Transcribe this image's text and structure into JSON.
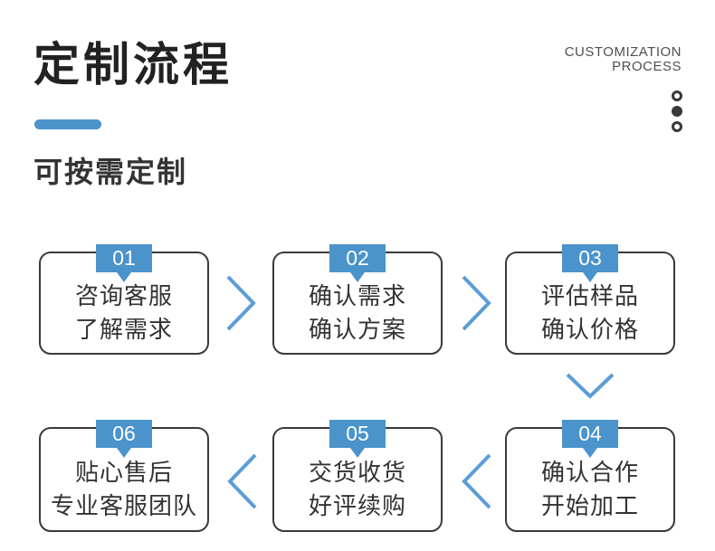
{
  "header": {
    "title": "定制流程",
    "subtitle": "可按需定制",
    "caption_line1": "CUSTOMIZATION",
    "caption_line2": "PROCESS"
  },
  "steps": [
    {
      "number": "01",
      "line1": "咨询客服",
      "line2": "了解需求"
    },
    {
      "number": "02",
      "line1": "确认需求",
      "line2": "确认方案"
    },
    {
      "number": "03",
      "line1": "评估样品",
      "line2": "确认价格"
    },
    {
      "number": "04",
      "line1": "确认合作",
      "line2": "开始加工"
    },
    {
      "number": "05",
      "line1": "交货收货",
      "line2": "好评续购"
    },
    {
      "number": "06",
      "line1": "贴心售后",
      "line2": "专业客服团队"
    }
  ],
  "flow_arrows": [
    "right",
    "right",
    "down",
    "left",
    "left"
  ],
  "decor": {
    "dots": [
      "outline",
      "filled",
      "outline"
    ]
  },
  "colors": {
    "accent_blue": "#4a93cb",
    "chevron_blue": "#5b9dd6",
    "box_border": "#3a3a3a",
    "title_text": "#222222",
    "body_text": "#333333",
    "caption_text": "#4f4f4f"
  }
}
